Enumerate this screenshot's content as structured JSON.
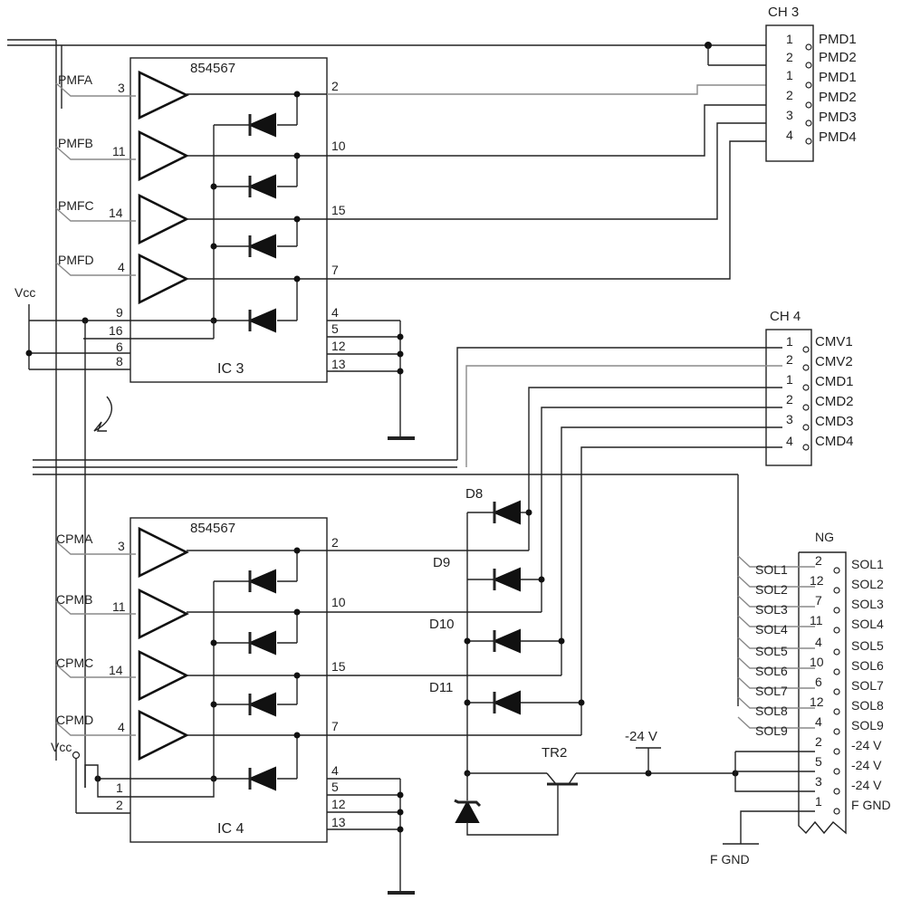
{
  "ic3": {
    "part": "854567",
    "ref": "IC 3",
    "inputs": [
      "PMFA",
      "PMFB",
      "PMFC",
      "PMFD"
    ],
    "in_pins": [
      "3",
      "11",
      "14",
      "4"
    ],
    "out_pins": [
      "2",
      "10",
      "15",
      "7"
    ],
    "left_pins": [
      "9",
      "16",
      "6",
      "8"
    ],
    "right_pins": [
      "4",
      "5",
      "12",
      "13"
    ]
  },
  "ic4": {
    "part": "854567",
    "ref": "IC 4",
    "inputs": [
      "CPMA",
      "CPMB",
      "CPMC",
      "CPMD"
    ],
    "in_pins": [
      "3",
      "11",
      "14",
      "4"
    ],
    "out_pins": [
      "2",
      "10",
      "15",
      "7"
    ],
    "left_pins": [
      "1",
      "2"
    ],
    "right_pins": [
      "4",
      "5",
      "12",
      "13"
    ]
  },
  "vcc": "Vcc",
  "vcc_upper": "Vcc",
  "ch3": {
    "title": "CH 3",
    "pins": [
      "1",
      "2",
      "1",
      "2",
      "3",
      "4"
    ],
    "labels": [
      "PMD1",
      "PMD2",
      "PMD1",
      "PMD2",
      "PMD3",
      "PMD4"
    ]
  },
  "ch4": {
    "title": "CH 4",
    "pins": [
      "1",
      "2",
      "1",
      "2",
      "3",
      "4"
    ],
    "labels": [
      "CMV1",
      "CMV2",
      "CMD1",
      "CMD2",
      "CMD3",
      "CMD4"
    ]
  },
  "ng": {
    "title": "NG",
    "left_labels": [
      "SOL1",
      "SOL2",
      "SOL3",
      "SOL4",
      "SOL5",
      "SOL6",
      "SOL7",
      "SOL8",
      "SOL9"
    ],
    "pins": [
      "2",
      "12",
      "7",
      "11",
      "4",
      "10",
      "6",
      "12",
      "4",
      "2",
      "5",
      "3",
      "1"
    ],
    "labels": [
      "SOL1",
      "SOL2",
      "SOL3",
      "SOL4",
      "SOL5",
      "SOL6",
      "SOL7",
      "SOL8",
      "SOL9",
      "-24 V",
      "-24 V",
      "-24 V",
      "F GND"
    ]
  },
  "diodes": [
    "D8",
    "D9",
    "D10",
    "D11"
  ],
  "transistor": "TR2",
  "supply": "-24 V",
  "fgnd": "F GND"
}
